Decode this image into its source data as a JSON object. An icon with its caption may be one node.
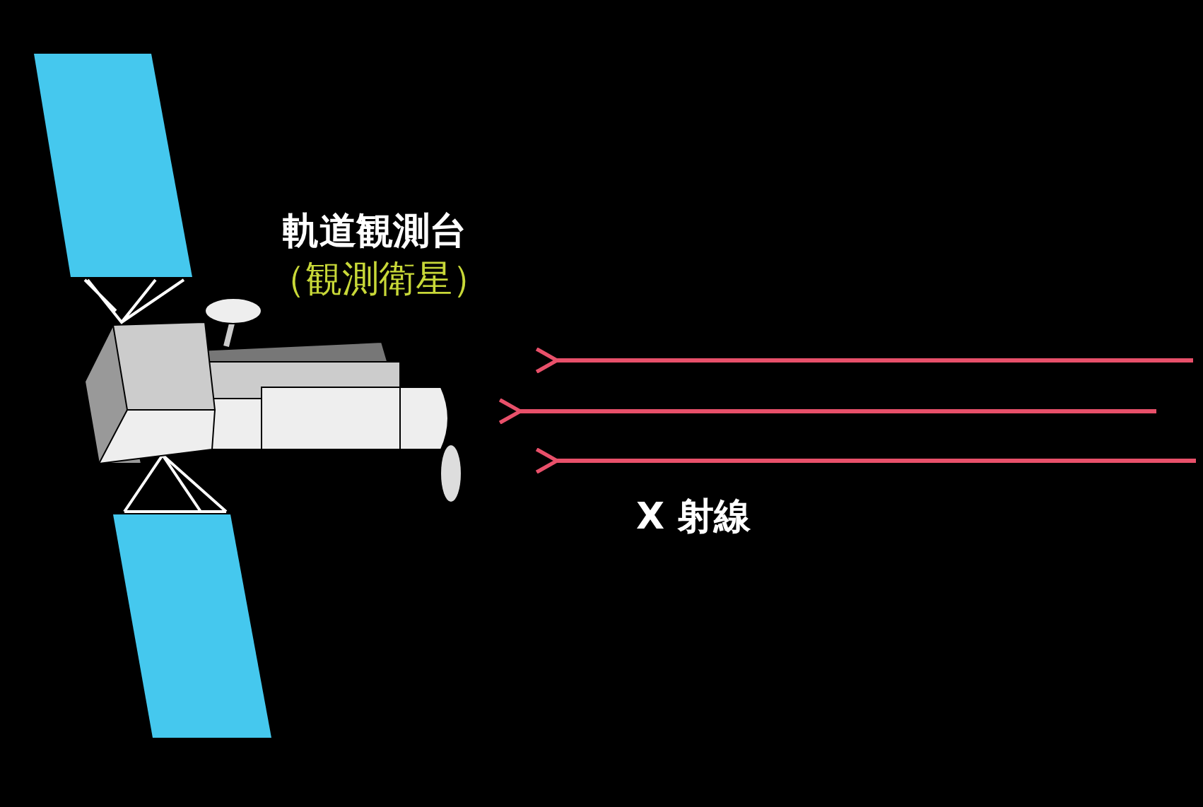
{
  "diagram": {
    "labels": [
      "軌道観測台",
      "（観測衛星）",
      "X 射線"
    ]
  }
}
